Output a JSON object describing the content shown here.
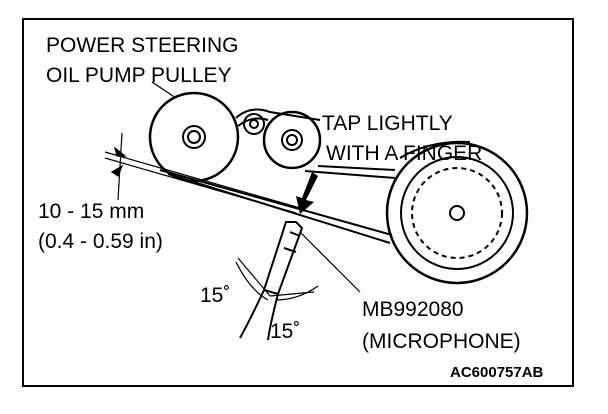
{
  "labels": {
    "pulley_line1": "POWER STEERING",
    "pulley_line2": "OIL PUMP PULLEY",
    "tap_line1": "TAP LIGHTLY",
    "tap_line2": "WITH A FINGER",
    "deflection_line1": "10 - 15 mm",
    "deflection_line2": "(0.4 - 0.59 in)",
    "angle_left": "15˚",
    "angle_right": "15˚",
    "tool_line1": "MB992080",
    "tool_line2": "(MICROPHONE)",
    "figure_code": "AC600757AB"
  }
}
